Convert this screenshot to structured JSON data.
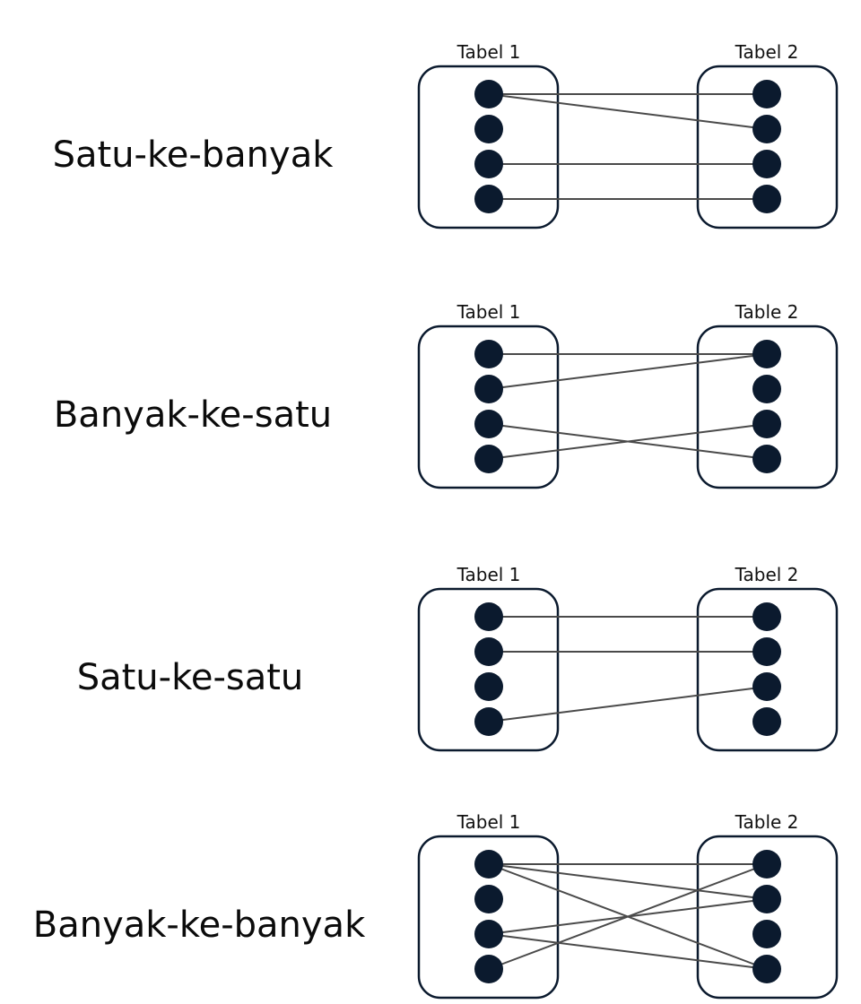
{
  "colors": {
    "dot": "#0b1a2e",
    "box": "#0b1a2e",
    "line": "#4a4a4a",
    "text": "#0b0b0b"
  },
  "sections": [
    {
      "title": "Satu-ke-banyak",
      "left_label": "Tabel 1",
      "right_label": "Tabel 2",
      "connections": [
        [
          1,
          1
        ],
        [
          1,
          2
        ],
        [
          3,
          3
        ],
        [
          4,
          4
        ]
      ]
    },
    {
      "title": "Banyak-ke-satu",
      "left_label": "Tabel 1",
      "right_label": "Table 2",
      "connections": [
        [
          1,
          1
        ],
        [
          2,
          1
        ],
        [
          3,
          4
        ],
        [
          4,
          3
        ]
      ]
    },
    {
      "title": "Satu-ke-satu",
      "left_label": "Tabel 1",
      "right_label": "Tabel 2",
      "connections": [
        [
          1,
          1
        ],
        [
          2,
          2
        ],
        [
          4,
          3
        ]
      ]
    },
    {
      "title": "Banyak-ke-banyak",
      "left_label": "Tabel 1",
      "right_label": "Table 2",
      "connections": [
        [
          1,
          1
        ],
        [
          1,
          2
        ],
        [
          1,
          4
        ],
        [
          3,
          2
        ],
        [
          3,
          4
        ],
        [
          4,
          1
        ]
      ]
    }
  ]
}
